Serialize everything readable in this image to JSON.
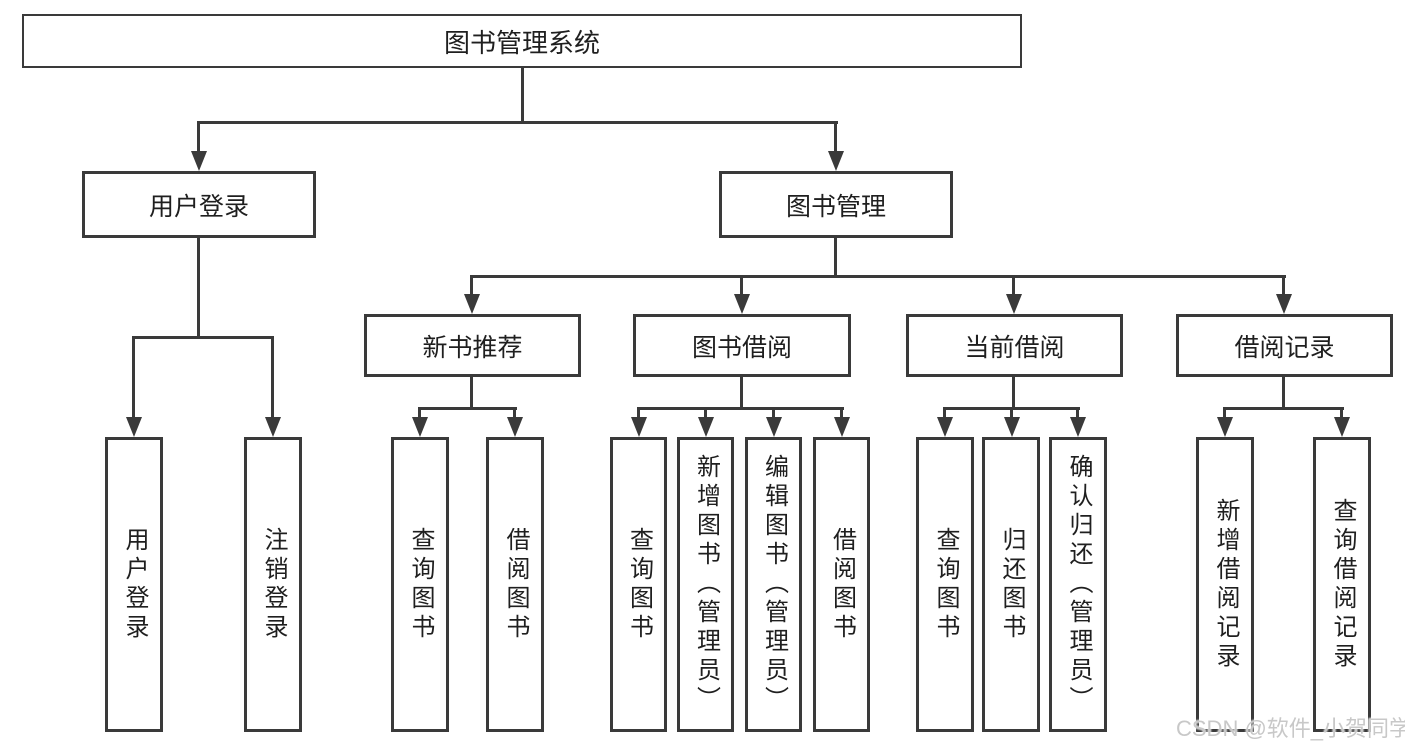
{
  "diagram_title": "图书管理系统",
  "tree": {
    "root": {
      "label": "图书管理系统"
    },
    "branches": [
      {
        "label": "用户登录",
        "children": [
          "用户登录",
          "注销登录"
        ]
      },
      {
        "label": "图书管理",
        "sections": [
          {
            "label": "新书推荐",
            "children": [
              "查询图书",
              "借阅图书"
            ]
          },
          {
            "label": "图书借阅",
            "children": [
              "查询图书",
              "新增图书（管理员）",
              "编辑图书（管理员）",
              "借阅图书"
            ]
          },
          {
            "label": "当前借阅",
            "children": [
              "查询图书",
              "归还图书",
              "确认归还（管理员）"
            ]
          },
          {
            "label": "借阅记录",
            "children": [
              "新增借阅记录",
              "查询借阅记录"
            ]
          }
        ]
      }
    ]
  },
  "watermark": "CSDN @软件_小贺同学",
  "colors": {
    "line": "#3a3a3a",
    "text": "#1f1f1f",
    "background": "#ffffff",
    "watermark": "#c8c8c8"
  }
}
